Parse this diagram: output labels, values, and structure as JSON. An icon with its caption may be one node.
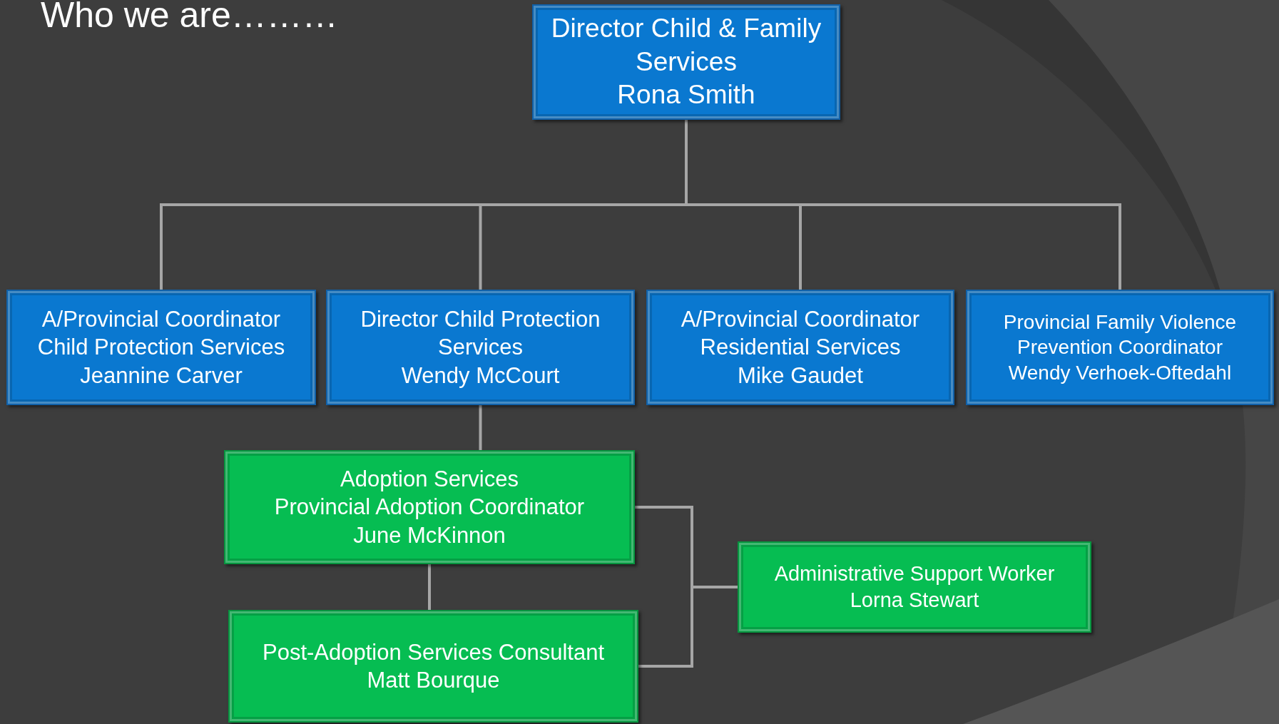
{
  "diagram": {
    "title": "Who we are………",
    "nodes": [
      {
        "text": [
          "Director Child & Family Services",
          "Rona Smith"
        ]
      },
      {
        "text": [
          "A/Provincial Coordinator Child Protection Services",
          "Jeannine Carver"
        ]
      },
      {
        "text": [
          "Director Child Protection Services",
          "Wendy McCourt"
        ]
      },
      {
        "text": [
          "A/Provincial Coordinator Residential Services",
          "Mike Gaudet"
        ]
      },
      {
        "text": [
          "Provincial Family Violence Prevention Coordinator",
          "Wendy Verhoek-Oftedahl"
        ]
      },
      {
        "text": [
          "Adoption Services",
          "Provincial Adoption Coordinator",
          "June McKinnon"
        ]
      },
      {
        "text": [
          "Post-Adoption Services Consultant",
          "Matt Bourque"
        ]
      },
      {
        "text": [
          "Administrative Support Worker",
          "Lorna Stewart"
        ]
      }
    ],
    "edges": [
      {
        "from": 0,
        "to": 1,
        "arrow": "none"
      },
      {
        "from": 0,
        "to": 2,
        "arrow": "none"
      },
      {
        "from": 0,
        "to": 3,
        "arrow": "none"
      },
      {
        "from": 0,
        "to": 4,
        "arrow": "none"
      },
      {
        "from": 2,
        "to": 5,
        "arrow": "none"
      },
      {
        "from": 5,
        "to": 6,
        "arrow": "none"
      },
      {
        "from": 5,
        "to": 7,
        "arrow": "none"
      },
      {
        "from": 6,
        "to": 7,
        "arrow": "none"
      }
    ]
  }
}
